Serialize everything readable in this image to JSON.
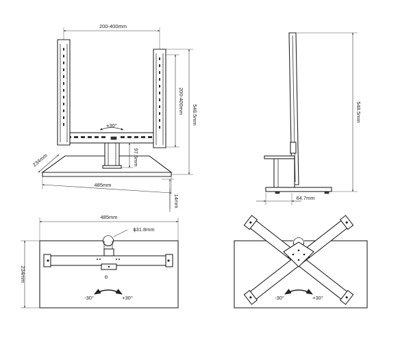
{
  "front_view": {
    "width_label": "200-400mm",
    "height_label": "200-400mm",
    "total_height_label": "548.5mm",
    "column_label": "97.5mm",
    "rotation_label": "±30°",
    "depth_label": "234mm",
    "base_width_label": "485mm",
    "base_thickness_label": "14mm"
  },
  "side_view": {
    "height_label": "548.5mm",
    "offset_label": "64.7mm"
  },
  "top_view": {
    "width_label": "485mm",
    "depth_label": "234mm",
    "diameter_label": "ϕ31.8mm",
    "rotate_left_label": "-30°",
    "rotate_right_label": "+30°"
  },
  "swivel_view": {
    "rotate_left_label": "-30°",
    "rotate_right_label": "+30°"
  }
}
